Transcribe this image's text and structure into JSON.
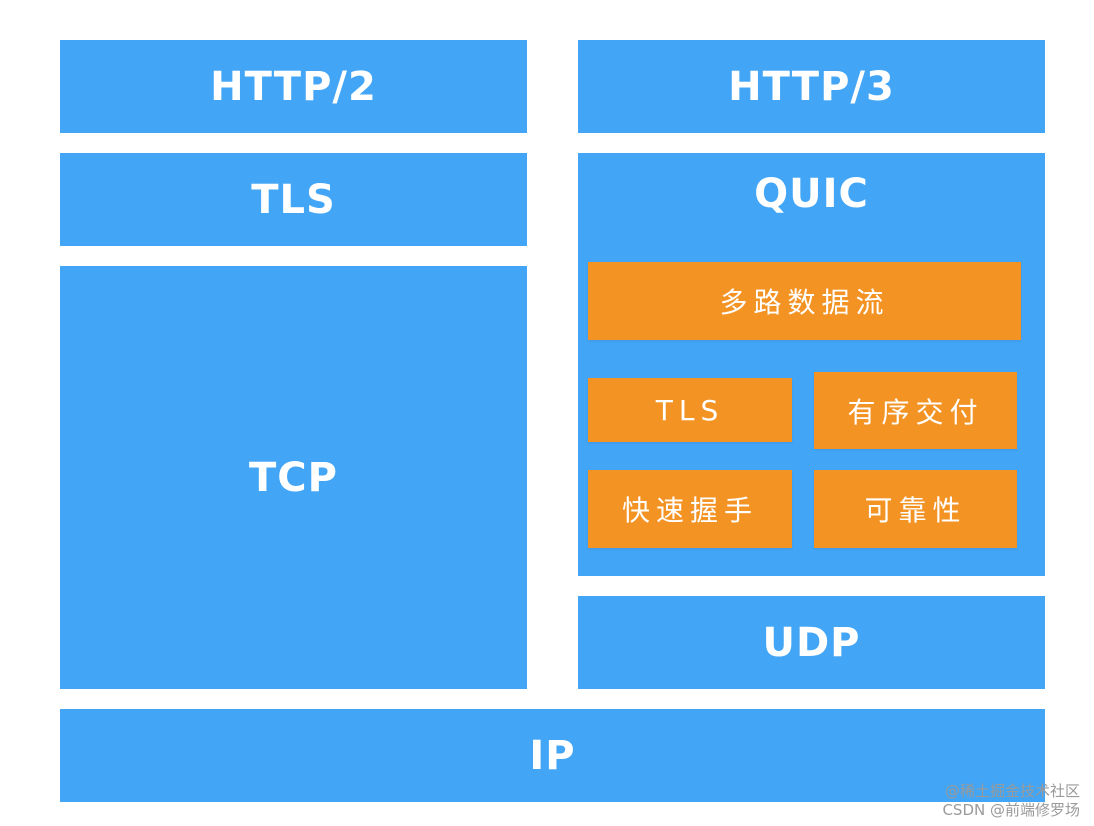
{
  "colors": {
    "layer_blue": "#42a5f5",
    "feature_orange": "#f39324",
    "text_white": "#ffffff",
    "watermark_gray": "#9a9a9a"
  },
  "left_stack": {
    "http2": "HTTP/2",
    "tls": "TLS",
    "tcp": "TCP"
  },
  "right_stack": {
    "http3": "HTTP/3",
    "quic": {
      "title": "QUIC",
      "features": {
        "multiplexed_streams": "多路数据流",
        "tls": "TLS",
        "ordered_delivery": "有序交付",
        "fast_handshake": "快速握手",
        "reliability": "可靠性"
      }
    },
    "udp": "UDP"
  },
  "shared": {
    "ip": "IP"
  },
  "watermark": {
    "line1": "@稀土掘金技术社区",
    "line2": "CSDN @前端修罗场"
  }
}
